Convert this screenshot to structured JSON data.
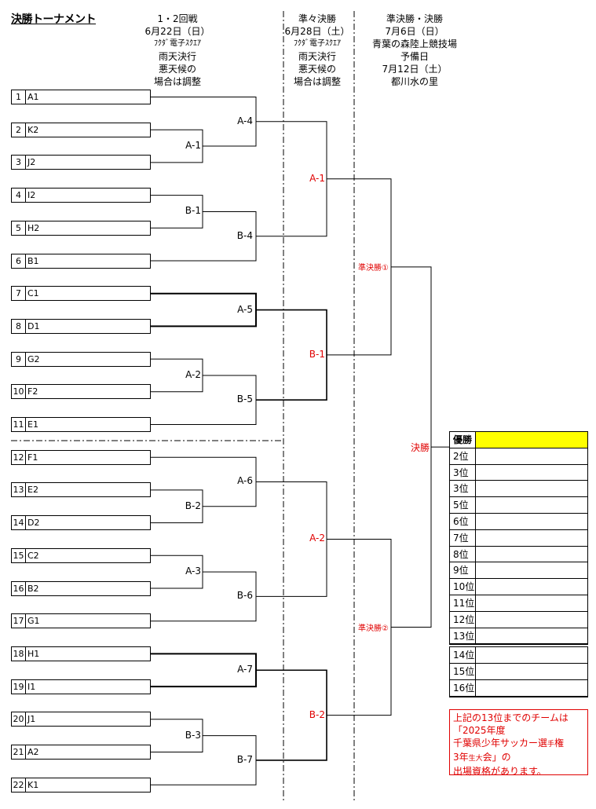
{
  "title": "決勝トーナメント",
  "headers": {
    "r12": [
      "1・2回戦",
      "6月22日（日）",
      "ﾌｸﾀﾞ電子ｽｸｴｱ",
      "雨天決行",
      "悪天候の",
      "場合は調整"
    ],
    "qf": [
      "準々決勝",
      "6月28日（土）",
      "ﾌｸﾀﾞ電子ｽｸｴｱ",
      "雨天決行",
      "悪天候の",
      "場合は調整"
    ],
    "sf": [
      "準決勝・決勝",
      "7月6日（日）",
      "青葉の森陸上競技場",
      "予備日",
      "7月12日（土）",
      "都川水の里"
    ]
  },
  "teams": [
    {
      "n": "1",
      "name": "A1"
    },
    {
      "n": "2",
      "name": "K2"
    },
    {
      "n": "3",
      "name": "J2"
    },
    {
      "n": "4",
      "name": "I2"
    },
    {
      "n": "5",
      "name": "H2"
    },
    {
      "n": "6",
      "name": "B1"
    },
    {
      "n": "7",
      "name": "C1"
    },
    {
      "n": "8",
      "name": "D1"
    },
    {
      "n": "9",
      "name": "G2"
    },
    {
      "n": "10",
      "name": "F2"
    },
    {
      "n": "11",
      "name": "E1"
    },
    {
      "n": "12",
      "name": "F1"
    },
    {
      "n": "13",
      "name": "E2"
    },
    {
      "n": "14",
      "name": "D2"
    },
    {
      "n": "15",
      "name": "C2"
    },
    {
      "n": "16",
      "name": "B2"
    },
    {
      "n": "17",
      "name": "G1"
    },
    {
      "n": "18",
      "name": "H1"
    },
    {
      "n": "19",
      "name": "I1"
    },
    {
      "n": "20",
      "name": "J1"
    },
    {
      "n": "21",
      "name": "A2"
    },
    {
      "n": "22",
      "name": "K1"
    }
  ],
  "matches": {
    "r1": [
      "A-1",
      "B-1",
      "A-2",
      "B-2",
      "A-3",
      "B-3"
    ],
    "r2": [
      "A-4",
      "B-4",
      "A-5",
      "B-5",
      "A-6",
      "B-6",
      "A-7",
      "B-7"
    ],
    "qf": [
      "A-1",
      "B-1",
      "A-2",
      "B-2"
    ],
    "sf": [
      "準決勝①",
      "準決勝②"
    ],
    "final": "決勝"
  },
  "ranks": [
    "優勝",
    "2位",
    "3位",
    "3位",
    "5位",
    "6位",
    "7位",
    "8位",
    "9位",
    "10位",
    "11位",
    "12位",
    "13位",
    "14位",
    "15位",
    "16位"
  ],
  "note": [
    "上記の13位までのチームは",
    "「2025年度",
    "千葉県少年サッカー選",
    "手",
    "権",
    "3年",
    "生",
    "大",
    "会」の",
    "出場資格があります。"
  ],
  "colors": {
    "accent_red": "#e00000",
    "winner_fill": "#ffff00"
  }
}
